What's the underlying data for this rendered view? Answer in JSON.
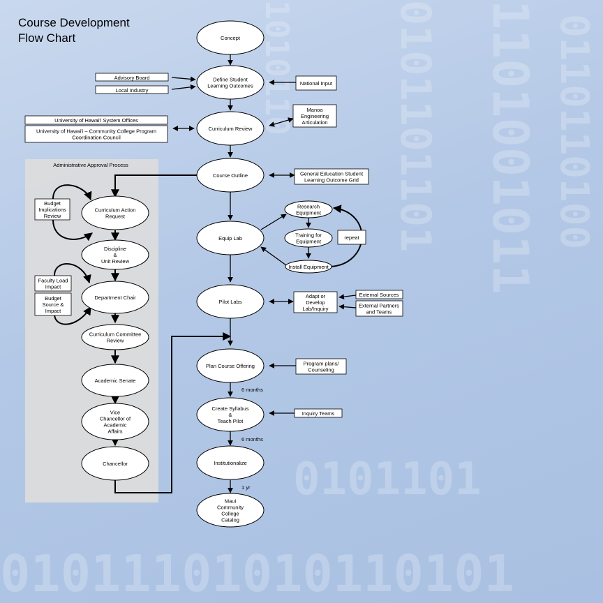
{
  "title": "Course Development\nFlow Chart",
  "admin_panel_label": "Administrative Approval Process",
  "colors": {
    "background": "#b3c8e6",
    "admin_panel": "#dcdcdc"
  },
  "main_flow": {
    "concept": "Concept",
    "define": "Define Student\nLearning Outcomes",
    "curriculum_review": "Curriculum Review",
    "course_outline": "Course Outline",
    "equip_lab": "Equip Lab",
    "pilot_labs": "Pilot Labs",
    "plan_offering": "Plan Course Offering",
    "create_syllabus": "Create Syllabus\n&\nTeach Pilot",
    "institutionalize": "Institutionalize",
    "catalog": "Maui\nCommunity\nCollege\nCatalog"
  },
  "inputs": {
    "advisory_board": "Advisory Board",
    "local_industry": "Local Industry",
    "national_input": "National Input",
    "uh_system": "University of Hawai'i System Offices",
    "uh_cc": "University of Hawai'i – Community College Program\nCoordination Council",
    "manoa": "Manoa\nEngineering\nArticulation",
    "gen_ed": "General Education Student\nLearning Outcome Grid",
    "adapt": "Adapt or\nDevelop\nLab/Inquiry",
    "external_sources": "External Sources",
    "external_partners": "External Partners\nand Teams",
    "program_plans": "Program plans/\nCounseling",
    "inquiry_teams": "Inquiry Teams"
  },
  "equip_cycle": {
    "research": "Research\nEquipment",
    "training": "Training for\nEquipment",
    "install": "Install Equipment",
    "repeat": "repeat"
  },
  "approval": {
    "budget_implications": "Budget\nImplications\nReview",
    "curriculum_action": "Curriculum Action\nRequest",
    "discipline": "Discipline\n&\nUnit Review",
    "faculty_load": "Faculty Load\nImpact",
    "budget_source": "Budget\nSource &\nImpact",
    "department_chair": "Department Chair",
    "committee": "Curriculum Committee\nReview",
    "senate": "Academic Senate",
    "vc": "Vice\nChancellor of\nAcademic\nAffairs",
    "chancellor": "Chancellor"
  },
  "timing": {
    "t1": "6 months",
    "t2": "6 months",
    "t3": "1 yr"
  }
}
